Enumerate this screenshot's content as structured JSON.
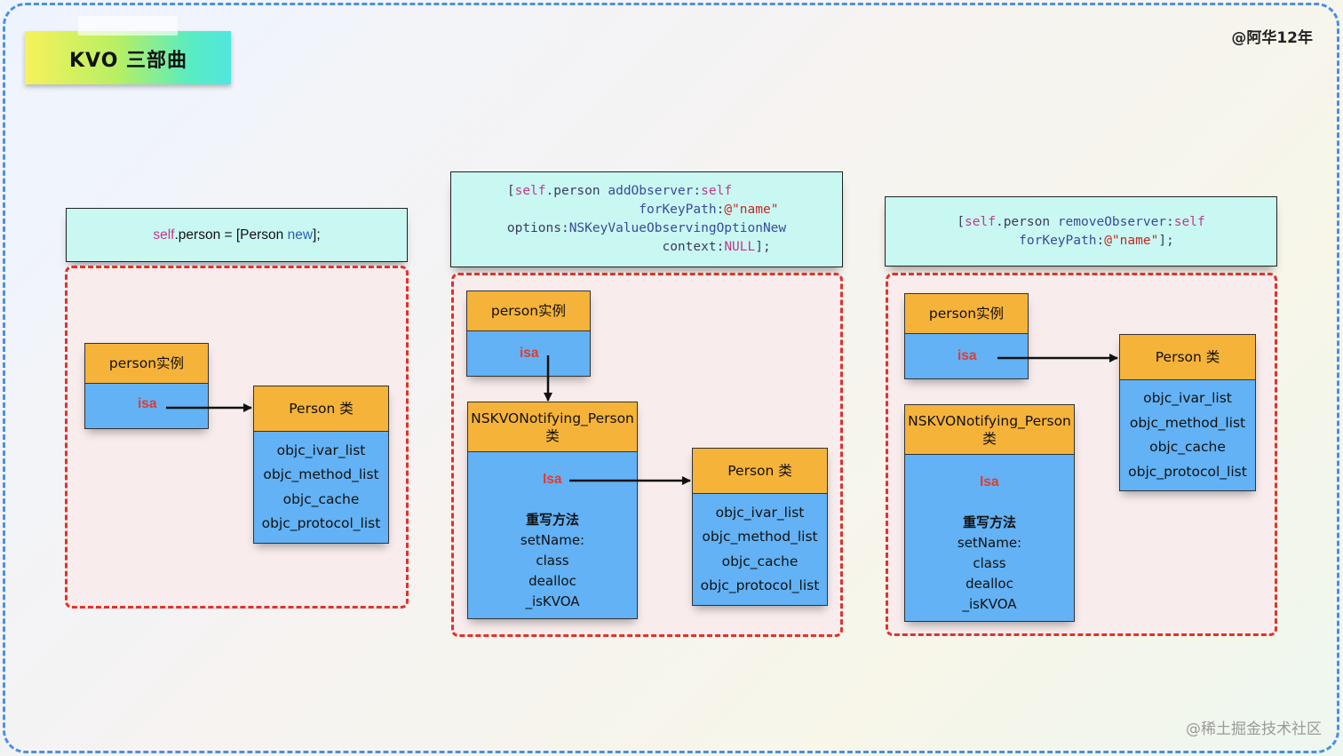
{
  "title": "KVO  三部曲",
  "author": "@阿华12年",
  "watermark": "@稀土掘金技术社区",
  "panels": [
    {
      "code": {
        "self": "self",
        "person": ".person = [Person ",
        "new": "new",
        "tail": "];"
      },
      "instance": {
        "header": "person实例",
        "isa": "isa"
      },
      "cls": {
        "header": "Person 类",
        "items": [
          "objc_ivar_list",
          "objc_method_list",
          "objc_cache",
          "objc_protocol_list"
        ]
      }
    },
    {
      "code": {
        "lines": [
          {
            "a": "[",
            "b": "self",
            "c": ".person ",
            "d": "addObserver",
            "e": ":",
            "f": "self"
          },
          {
            "a": "forKeyPath",
            "b": ":",
            "c": "@\"name\""
          },
          {
            "a": "options",
            "b": ":",
            "c": "NSKeyValueObservingOptionNew"
          },
          {
            "a": "context",
            "b": ":",
            "c": "NULL",
            "d": "];"
          }
        ]
      },
      "instance": {
        "header": "person实例",
        "isa": "isa"
      },
      "kvo": {
        "header": "NSKVONotifying_Person 类",
        "isa": "Isa",
        "items": [
          "重写方法",
          "setName:",
          "class",
          "dealloc",
          "_isKVOA"
        ]
      },
      "cls": {
        "header": "Person 类",
        "items": [
          "objc_ivar_list",
          "objc_method_list",
          "objc_cache",
          "objc_protocol_list"
        ]
      }
    },
    {
      "code": {
        "lines": [
          {
            "a": "[",
            "b": "self",
            "c": ".person ",
            "d": "removeObserver",
            "e": ":",
            "f": "self"
          },
          {
            "a": "forKeyPath",
            "b": ":",
            "c": "@\"name\"",
            "d": "];"
          }
        ]
      },
      "instance": {
        "header": "person实例",
        "isa": "isa"
      },
      "kvo": {
        "header": "NSKVONotifying_Person 类",
        "isa": "Isa",
        "items": [
          "重写方法",
          "setName:",
          "class",
          "dealloc",
          "_isKVOA"
        ]
      },
      "cls": {
        "header": "Person 类",
        "items": [
          "objc_ivar_list",
          "objc_method_list",
          "objc_cache",
          "objc_protocol_list"
        ]
      }
    }
  ]
}
